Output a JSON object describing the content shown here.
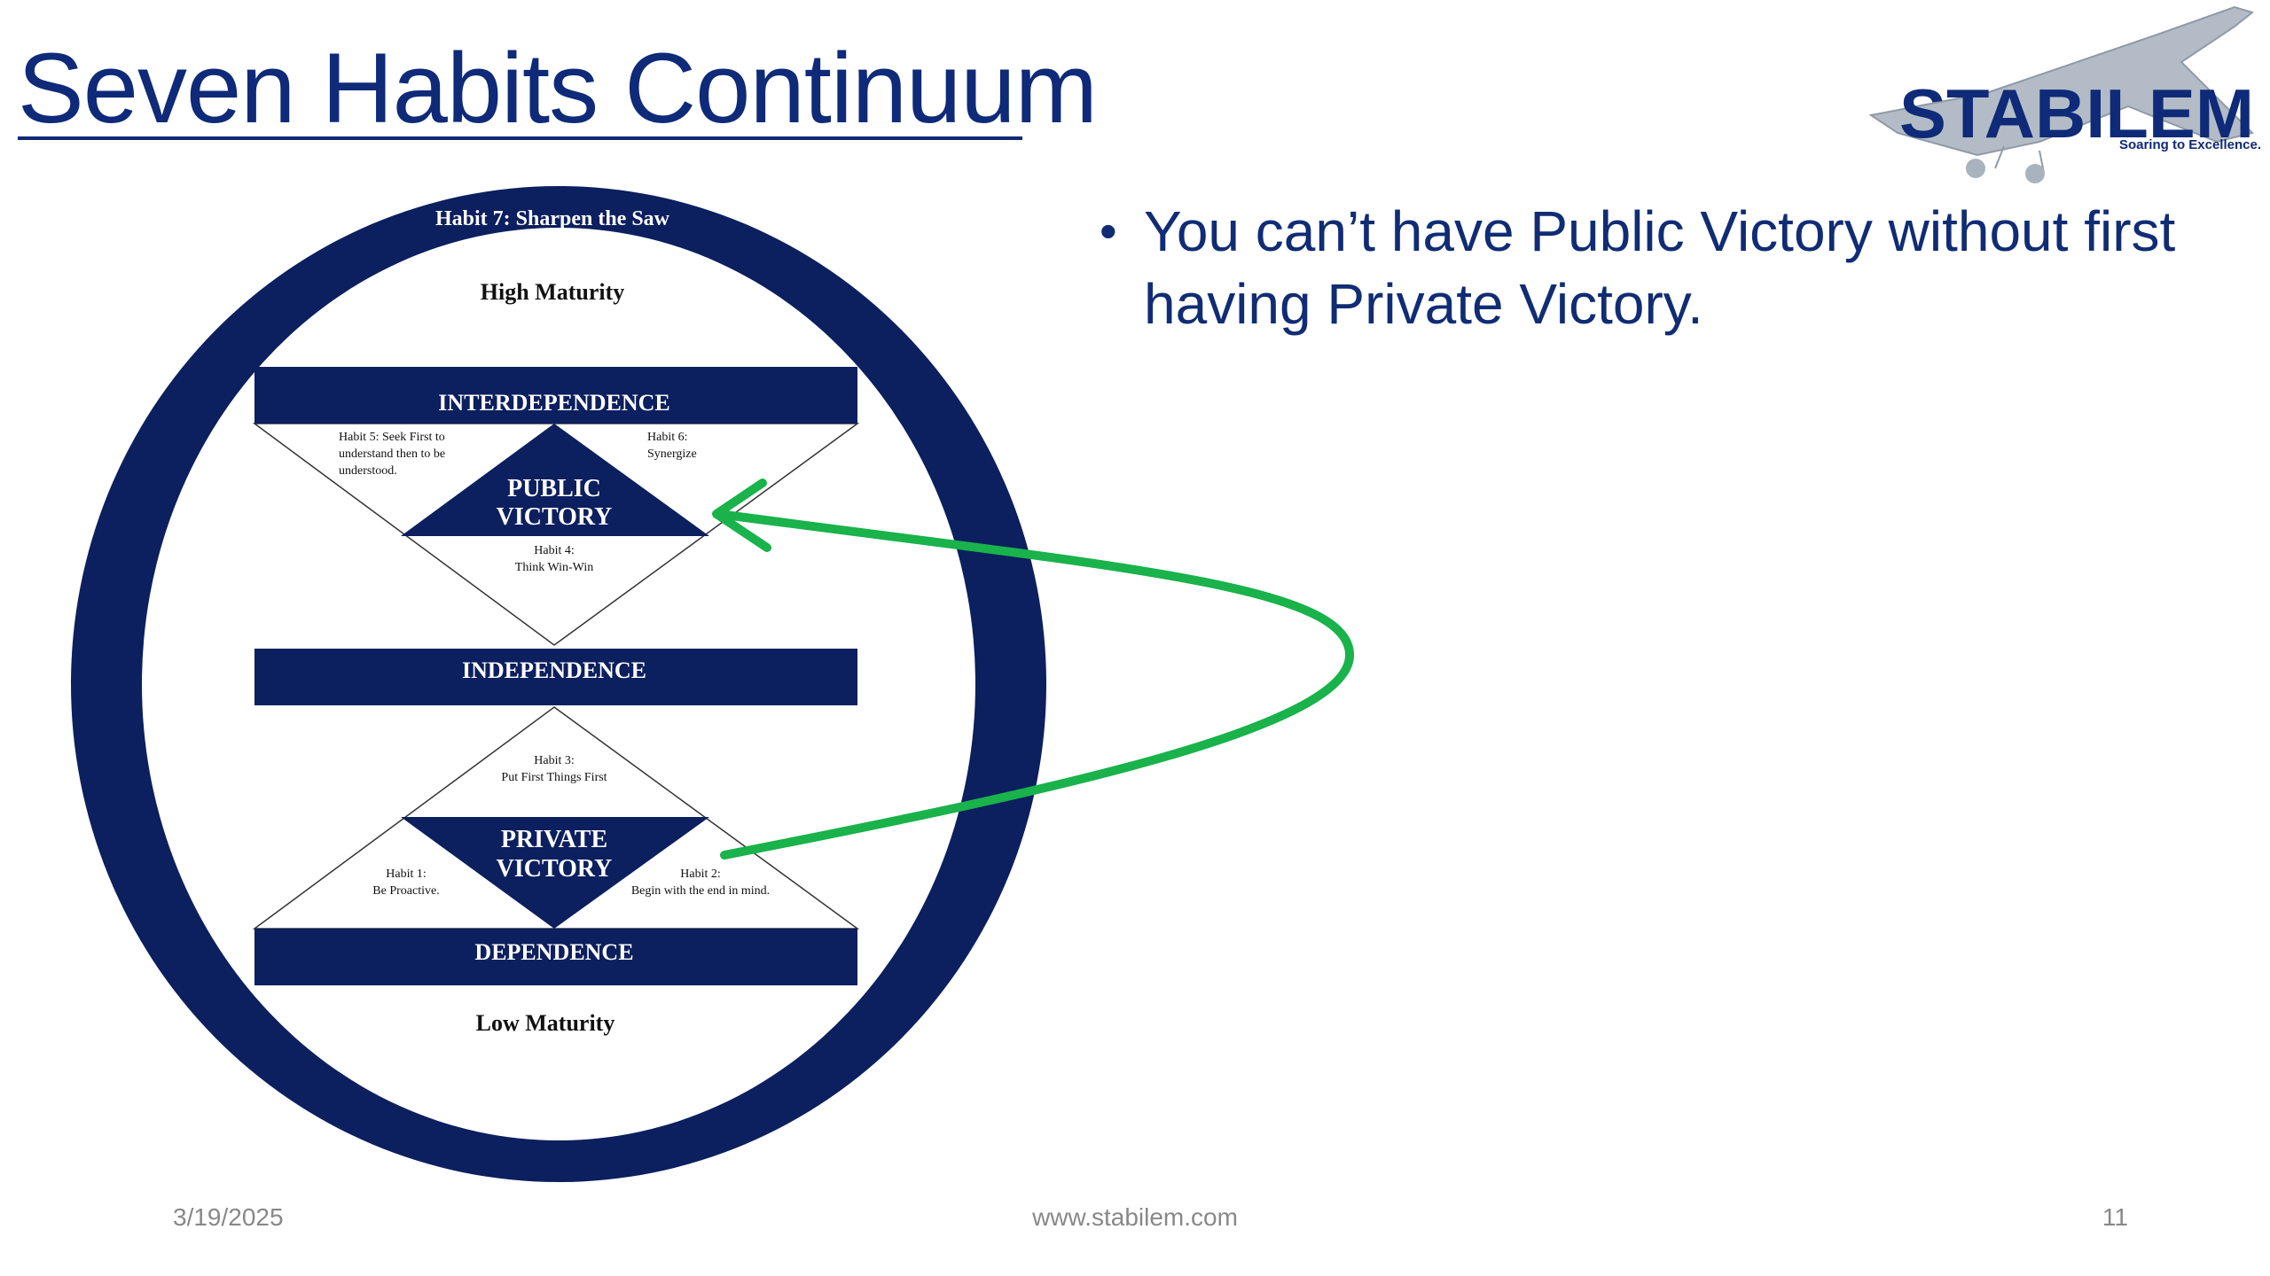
{
  "slide": {
    "title": "Seven Habits Continuum",
    "bullets": [
      "You can’t have Public Victory without first having Private Victory."
    ]
  },
  "logo": {
    "text": "STABILEM",
    "tagline": "Soaring to Excellence.",
    "icon": "airplane-icon"
  },
  "diagram": {
    "ring_label": "Habit 7: Sharpen the Saw",
    "top_label": "High Maturity",
    "bottom_label": "Low Maturity",
    "bands": {
      "interdependence": "INTERDEPENDENCE",
      "independence": "INDEPENDENCE",
      "dependence": "DEPENDENCE"
    },
    "public_victory": [
      "PUBLIC",
      "VICTORY"
    ],
    "private_victory": [
      "PRIVATE",
      "VICTORY"
    ],
    "habits": {
      "habit5": [
        "Habit 5: Seek First to",
        "understand then to be",
        "understood."
      ],
      "habit6": [
        "Habit 6:",
        "Synergize"
      ],
      "habit4": [
        "Habit 4:",
        "Think Win-Win"
      ],
      "habit3": [
        "Habit 3:",
        "Put First Things First"
      ],
      "habit1": [
        "Habit 1:",
        "Be Proactive."
      ],
      "habit2": [
        "Habit 2:",
        "Begin with the end in mind."
      ]
    },
    "colors": {
      "navy": "#0c1f5e",
      "arrow": "#19b24b"
    }
  },
  "footer": {
    "date": "3/19/2025",
    "website": "www.stabilem.com",
    "page": "11"
  }
}
